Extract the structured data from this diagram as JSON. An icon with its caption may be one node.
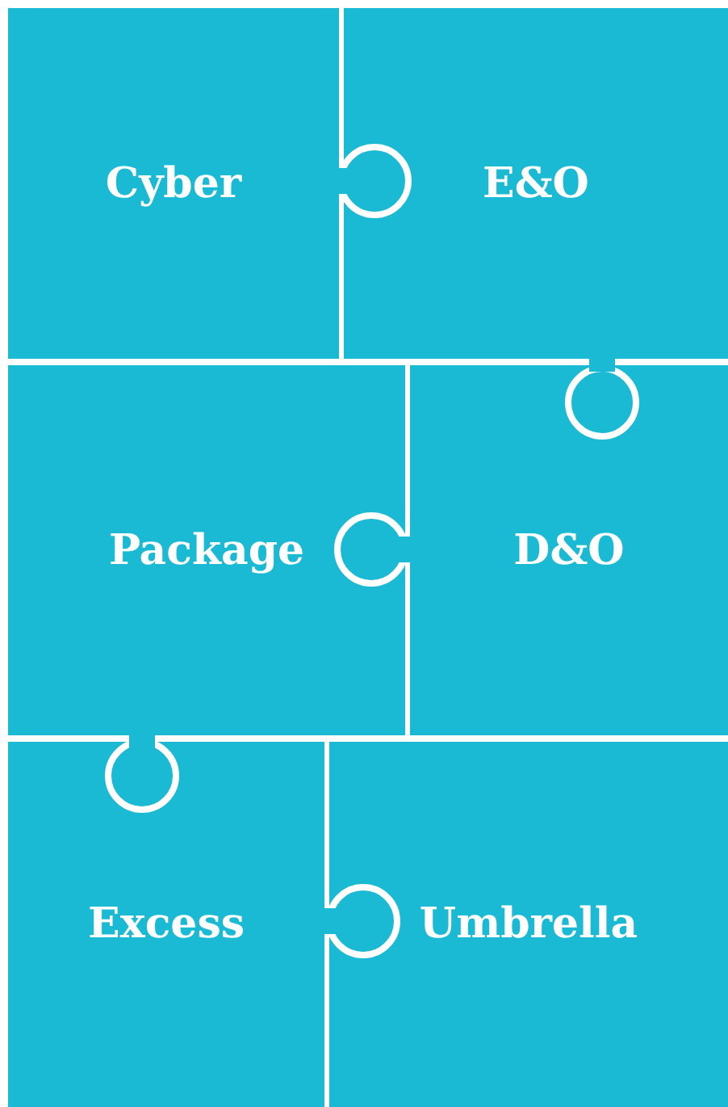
{
  "diagram": {
    "nodes": [
      {
        "text": [
          "Cyber"
        ]
      },
      {
        "text": [
          "E&O"
        ]
      },
      {
        "text": [
          "Package"
        ]
      },
      {
        "text": [
          "D&O"
        ]
      },
      {
        "text": [
          "Excess"
        ]
      },
      {
        "text": [
          "Umbrella"
        ]
      }
    ]
  }
}
